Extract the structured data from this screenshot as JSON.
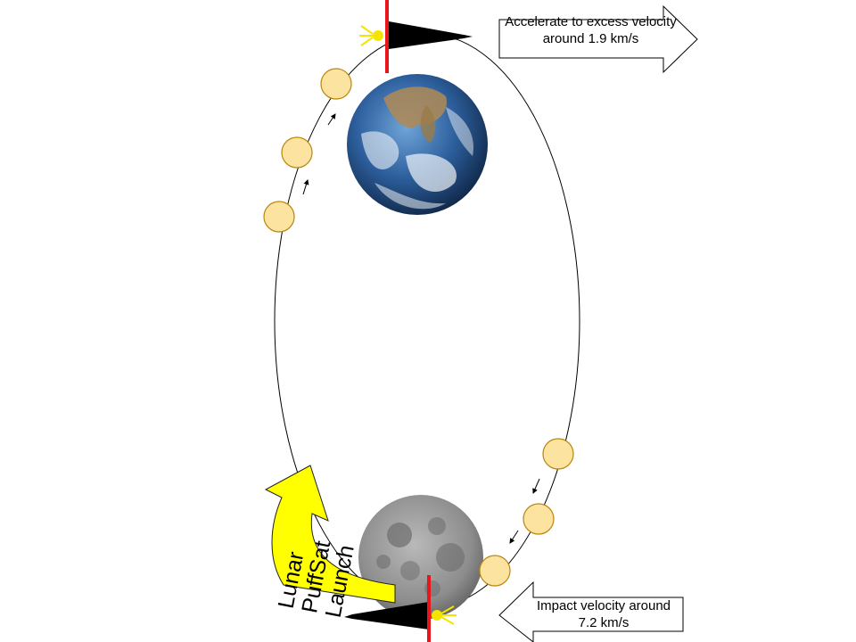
{
  "callouts": {
    "accelerate": {
      "text": "Accelerate to excess velocity around 1.9 km/s"
    },
    "impact": {
      "text": "Impact velocity around 7.2 km/s"
    }
  },
  "launch_banner": {
    "lines": [
      "Lunar",
      "PuffSat",
      "Launch"
    ],
    "color": "#ffff00"
  },
  "colors": {
    "puffsat_fill": "#fde3a0",
    "puffsat_stroke": "#b8860b",
    "launch_rail": "#e8161b",
    "thruster_plume": "#f5e400",
    "earth_ocean": "#2a5d9f",
    "moon_gray": "#8a8a8a"
  },
  "icons": [
    "earth-icon",
    "moon-icon",
    "spacecraft-icon",
    "puffsat-icon"
  ]
}
